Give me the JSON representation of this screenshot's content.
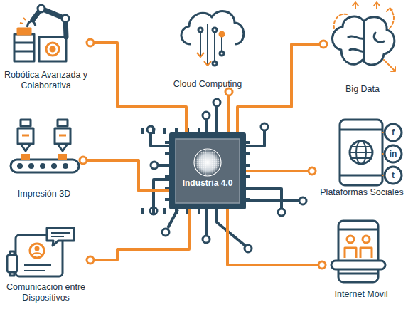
{
  "diagram": {
    "nodes": [
      {
        "text": [
          "Robótica Avanzada y Colaborativa"
        ]
      },
      {
        "text": [
          "Cloud Computing"
        ]
      },
      {
        "text": [
          "Big Data"
        ]
      },
      {
        "text": [
          "Impresión 3D"
        ]
      },
      {
        "text": [
          "Industria 4.0"
        ]
      },
      {
        "text": [
          "Plataformas Sociales"
        ]
      },
      {
        "text": [
          "Comunicación entre Dispositivos"
        ]
      },
      {
        "text": [
          "Internet Móvil"
        ]
      }
    ],
    "edges": [
      {
        "from": 4,
        "to": 0,
        "arrow": "none"
      },
      {
        "from": 4,
        "to": 1,
        "arrow": "none"
      },
      {
        "from": 4,
        "to": 2,
        "arrow": "none"
      },
      {
        "from": 4,
        "to": 3,
        "arrow": "none"
      },
      {
        "from": 4,
        "to": 5,
        "arrow": "none"
      },
      {
        "from": 4,
        "to": 6,
        "arrow": "none"
      },
      {
        "from": 4,
        "to": 7,
        "arrow": "none"
      }
    ],
    "labels": [
      "f",
      "in",
      "t"
    ]
  }
}
